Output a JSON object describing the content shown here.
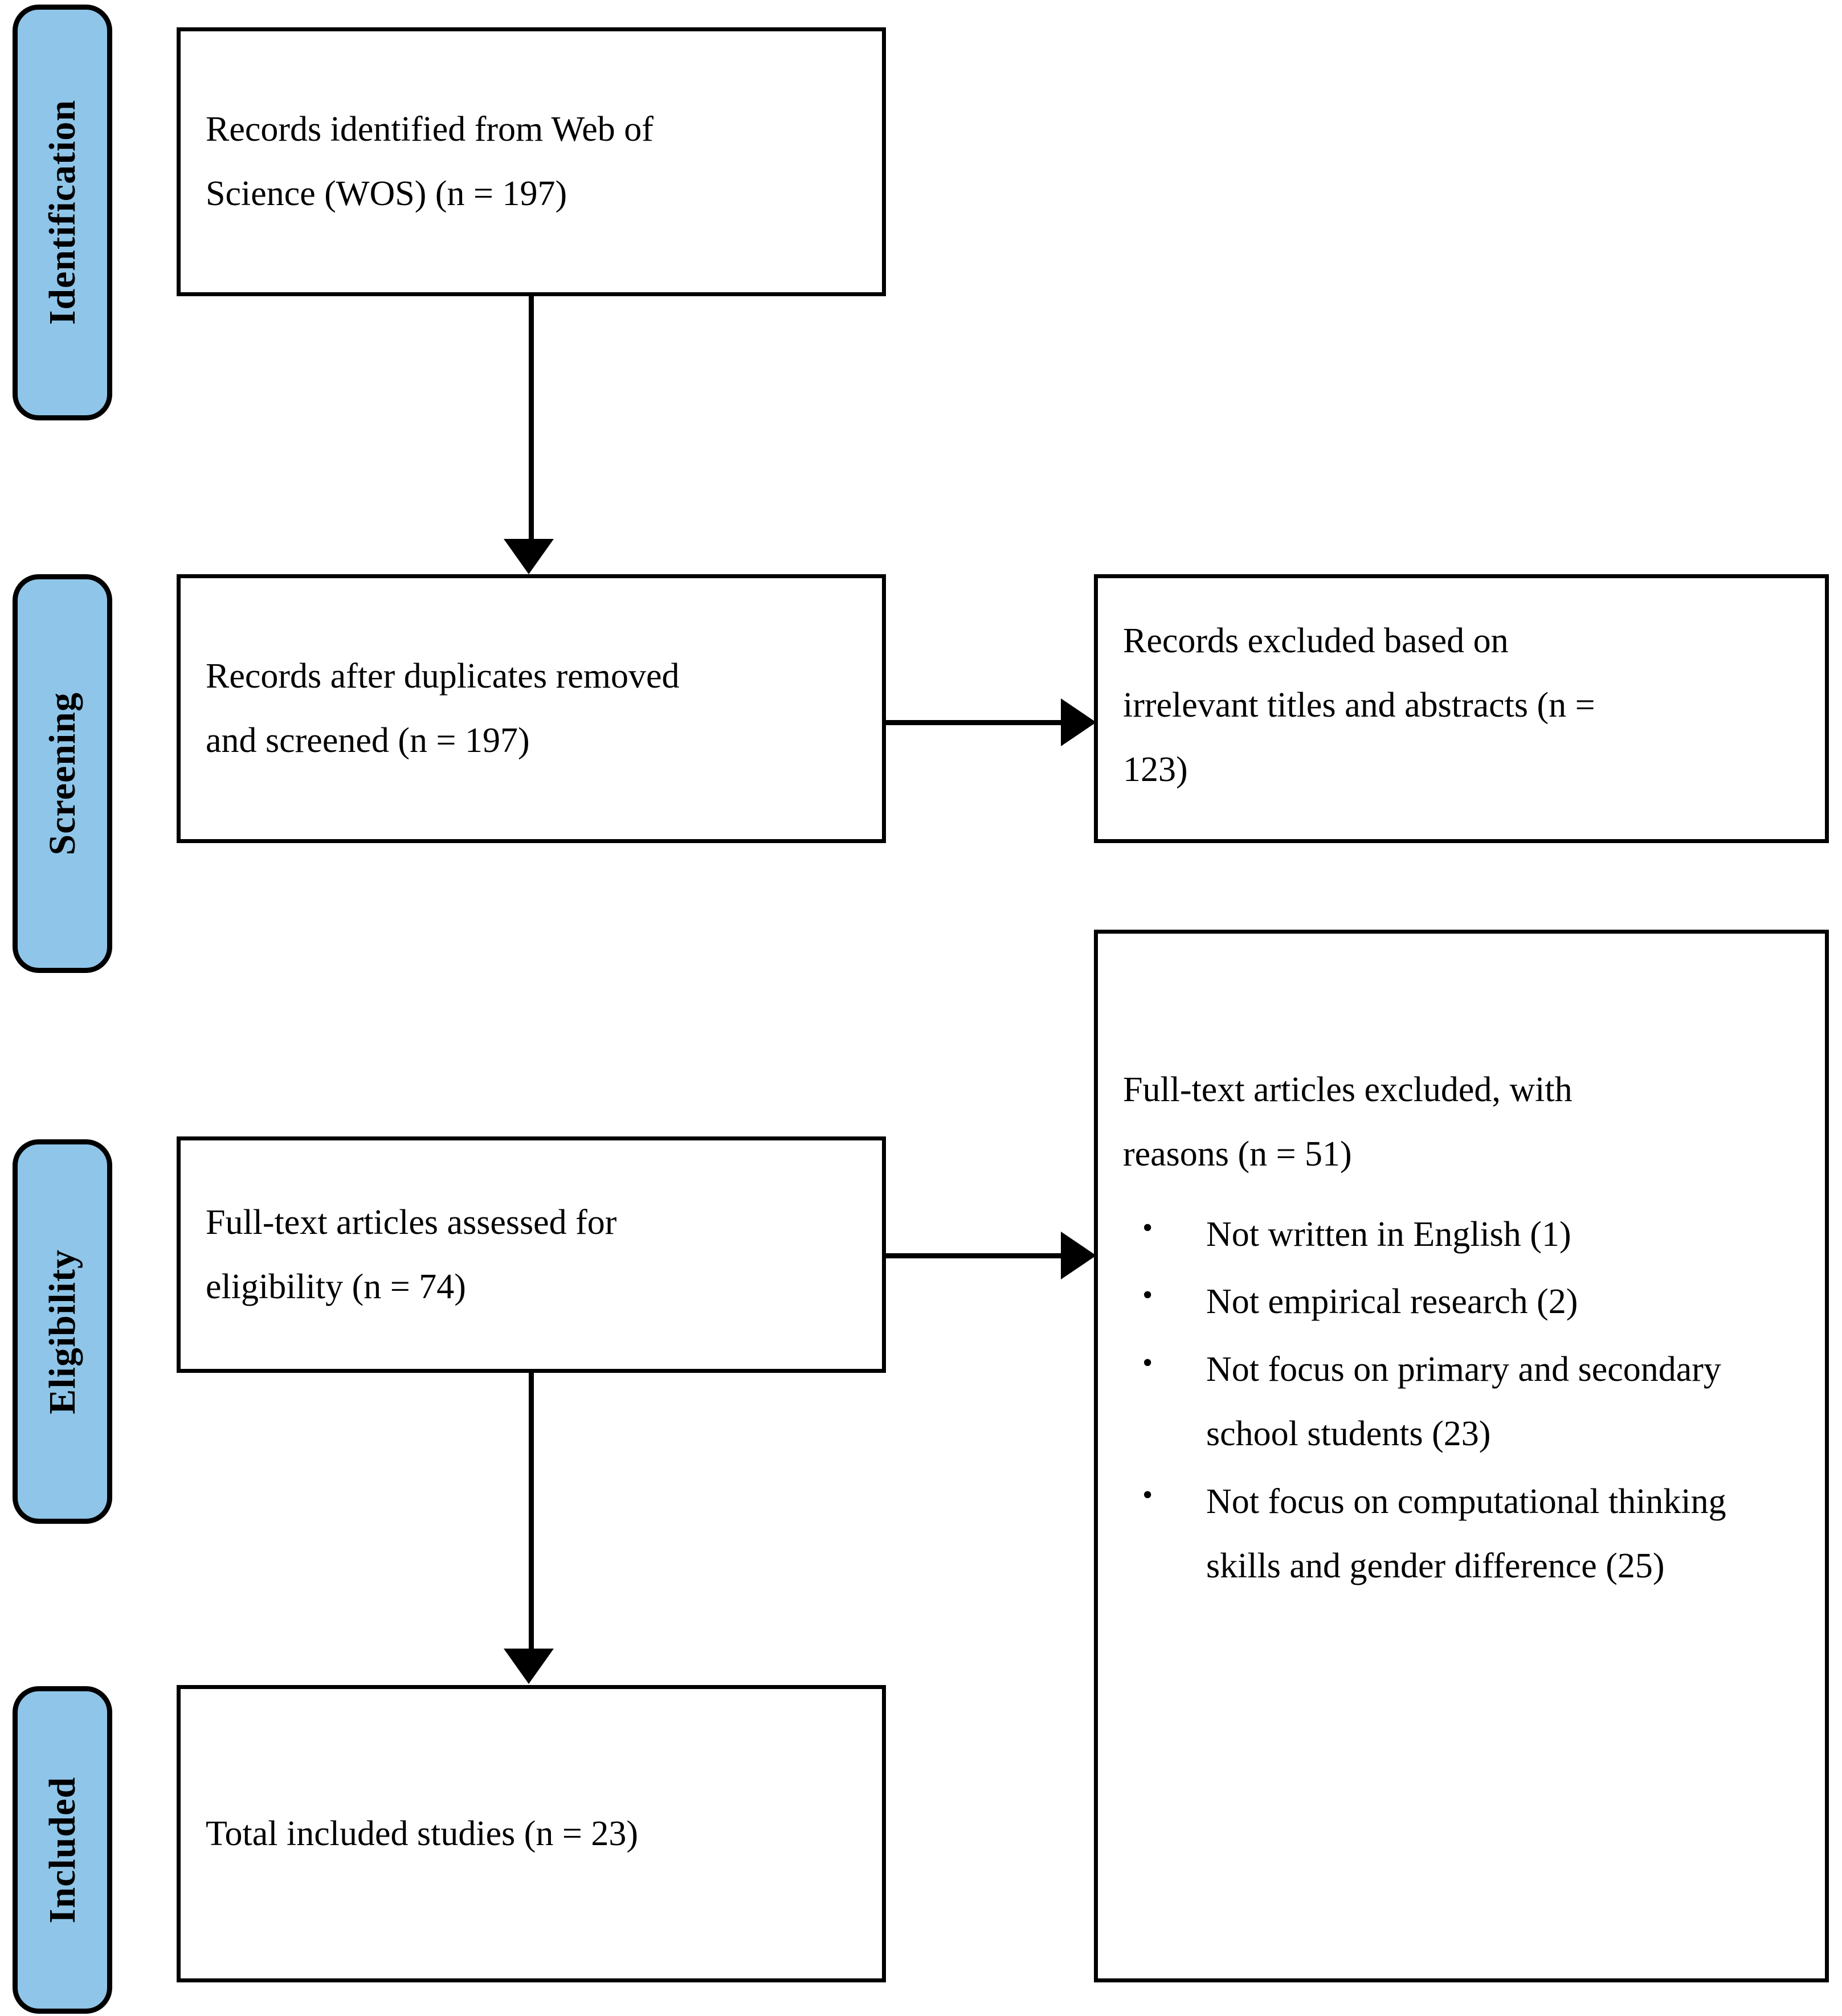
{
  "diagram": {
    "title": "PRISMA flow diagram",
    "accent_color": "#8FC5E8",
    "line_color": "#000000",
    "background_color": "#FFFFFF"
  },
  "stages": [
    {
      "id": "identification",
      "label": "Identification"
    },
    {
      "id": "screening",
      "label": "Screening"
    },
    {
      "id": "eligibility",
      "label": "Eligibility"
    },
    {
      "id": "included",
      "label": "Included"
    }
  ],
  "boxes": {
    "identified": {
      "line1": "Records identified  from Web of",
      "line2": "Science (WOS) (n = 197)"
    },
    "screened": {
      "line1": "Records after duplicates removed",
      "line2": "and screened (n = 197)"
    },
    "excluded_titles": {
      "line1": "Records excluded based on",
      "line2": "irrelevant  titles  and abstracts (n =",
      "line3": "123)"
    },
    "fulltext_assessed": {
      "line1": "Full-text  articles  assessed for",
      "line2": "eligibility  (n = 74)"
    },
    "excluded_reasons": {
      "line1": "Full-text articles excluded, with",
      "line2": "reasons (n = 51)",
      "bullets": [
        "Not written  in English  (1)",
        "Not empirical  research (2)",
        "Not focus on primary  and secondary school students (23)",
        "Not focus on computational  thinking  skills  and gender difference (25)"
      ]
    },
    "included_total": {
      "line1": "Total included  studies (n = 23)"
    }
  },
  "counts": {
    "records_identified": 197,
    "records_screened": 197,
    "records_excluded_titles_abstracts": 123,
    "fulltext_assessed": 74,
    "fulltext_excluded": 51,
    "excluded_not_english": 1,
    "excluded_not_empirical": 2,
    "excluded_not_primary_secondary": 23,
    "excluded_not_ct_gender": 25,
    "total_included": 23
  }
}
